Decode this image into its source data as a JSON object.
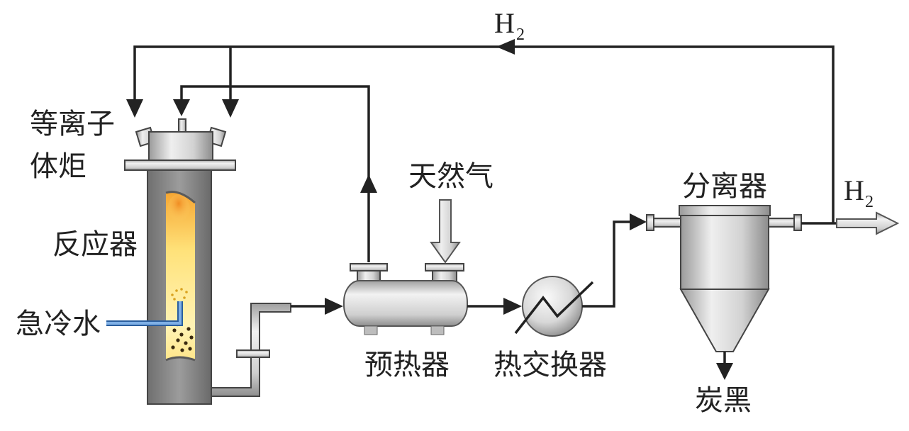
{
  "labels": {
    "plasma_torch_line1": "等离子",
    "plasma_torch_line2": "体炬",
    "reactor": "反应器",
    "quench_water": "急冷水",
    "natural_gas": "天然气",
    "preheater": "预热器",
    "heat_exchanger": "热交换器",
    "separator": "分离器",
    "carbon_black": "炭黑",
    "h2_recycle": "H",
    "h2_recycle_sub": "2",
    "h2_product": "H",
    "h2_product_sub": "2"
  },
  "colors": {
    "line": "#222222",
    "metal_light": "#e6e6e6",
    "metal_dark": "#8a8a8a",
    "flame_core": "#f6b53a",
    "flame_glow": "#fff0a8",
    "water_pipe": "#5b8fcf"
  }
}
